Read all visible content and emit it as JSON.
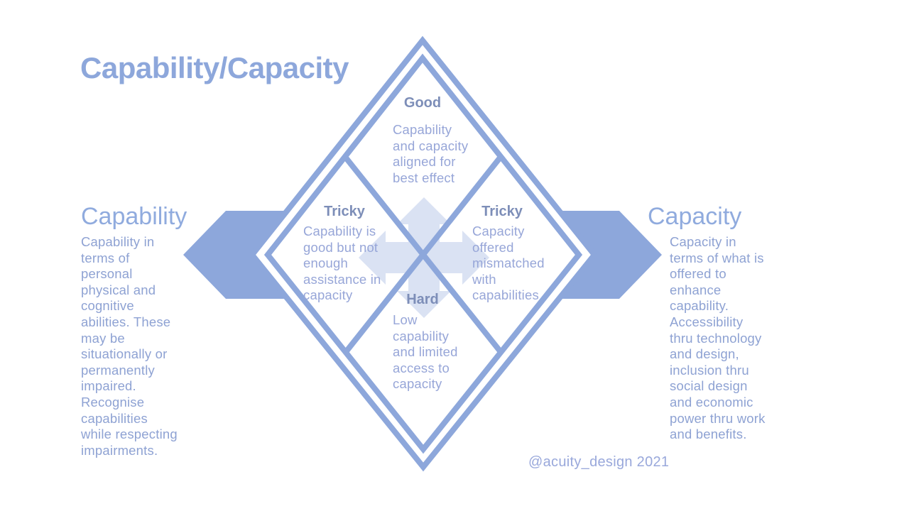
{
  "title": "Capability/Capacity",
  "colors": {
    "primary_blue": "#8DA7DB",
    "quad_label_blue": "#7D8EB8",
    "quad_body_blue": "#97A6D8",
    "side_heading_blue": "#90ABDE",
    "side_body_blue": "#8EA2D3",
    "cross_arrow_blue": "#DAE2F3",
    "attribution_blue": "#99A8DB",
    "background": "#FFFFFF"
  },
  "left_panel": {
    "heading": "Capability",
    "body": "Capability in\nterms of\npersonal\nphysical and\ncognitive\nabilities. These\nmay be\nsituationally or\npermanently\nimpaired.\nRecognise\ncapabilities\nwhile respecting\nimpairments."
  },
  "right_panel": {
    "heading": "Capacity",
    "body": "Capacity in\nterms of what is\noffered to\nenhance\ncapability.\nAccessibility\nthru technology\nand design,\ninclusion thru\nsocial design\nand economic\npower thru work\nand benefits."
  },
  "quadrants": {
    "top": {
      "label": "Good",
      "body": "Capability\nand capacity\naligned for\nbest effect"
    },
    "left": {
      "label": "Tricky",
      "body": "Capability is\ngood but not\nenough\nassistance in\ncapacity"
    },
    "right": {
      "label": "Tricky",
      "body": "Capacity\noffered\nmismatched\nwith\ncapabilities"
    },
    "bottom": {
      "label": "Hard",
      "body": "Low\ncapability\nand limited\naccess to\ncapacity"
    }
  },
  "attribution": "@acuity_design 2021"
}
